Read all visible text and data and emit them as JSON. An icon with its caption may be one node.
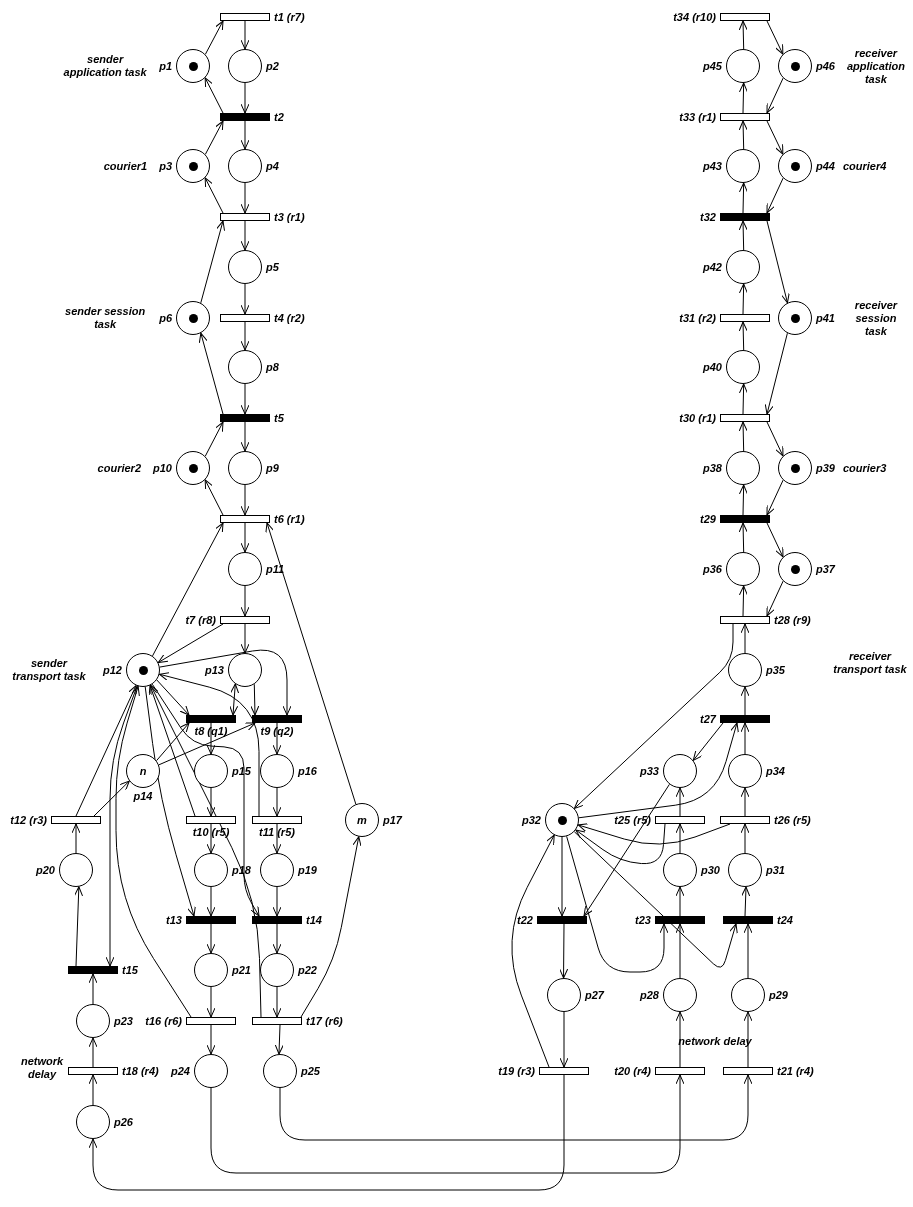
{
  "diagram": {
    "nodes": [
      {
        "text": [
          "t1 (r7)"
        ]
      },
      {
        "text": [
          "p1"
        ],
        "beside": [
          "sender application task"
        ]
      },
      {
        "text": [
          "p2"
        ]
      },
      {
        "text": [
          "t2"
        ]
      },
      {
        "text": [
          "p3"
        ],
        "beside": [
          "courier1"
        ]
      },
      {
        "text": [
          "p4"
        ]
      },
      {
        "text": [
          "t3 (r1)"
        ]
      },
      {
        "text": [
          "p5"
        ]
      },
      {
        "text": [
          "p6"
        ],
        "beside": [
          "sender session task"
        ]
      },
      {
        "text": [
          "t4 (r2)"
        ]
      },
      {
        "text": [
          "p8"
        ]
      },
      {
        "text": [
          "t5"
        ]
      },
      {
        "text": [
          "p10"
        ],
        "beside": [
          "courier2"
        ]
      },
      {
        "text": [
          "p9"
        ]
      },
      {
        "text": [
          "t6 (r1)"
        ]
      },
      {
        "text": [
          "p11"
        ]
      },
      {
        "text": [
          "t7 (r8)"
        ]
      },
      {
        "text": [
          "p12"
        ],
        "beside": [
          "sender transport task"
        ]
      },
      {
        "text": [
          "p13"
        ]
      },
      {
        "text": [
          "t8 (q1)"
        ]
      },
      {
        "text": [
          "t9 (q2)"
        ]
      },
      {
        "text": [
          "n",
          "p14"
        ]
      },
      {
        "text": [
          "p15"
        ]
      },
      {
        "text": [
          "p16"
        ]
      },
      {
        "text": [
          "t12 (r3)"
        ]
      },
      {
        "text": [
          "t10 (r5)"
        ]
      },
      {
        "text": [
          "t11 (r5)"
        ]
      },
      {
        "text": [
          "m",
          "p17"
        ]
      },
      {
        "text": [
          "p20"
        ]
      },
      {
        "text": [
          "p18"
        ]
      },
      {
        "text": [
          "p19"
        ]
      },
      {
        "text": [
          "t13"
        ]
      },
      {
        "text": [
          "t14"
        ]
      },
      {
        "text": [
          "t15"
        ]
      },
      {
        "text": [
          "p21"
        ]
      },
      {
        "text": [
          "p22"
        ]
      },
      {
        "text": [
          "p23"
        ]
      },
      {
        "text": [
          "t16 (r6)"
        ]
      },
      {
        "text": [
          "t17 (r6)"
        ]
      },
      {
        "text": [
          "t18 (r4)"
        ]
      },
      {
        "text": [
          "p24"
        ]
      },
      {
        "text": [
          "p25"
        ]
      },
      {
        "text": [
          "p26"
        ]
      },
      {
        "text": [
          "t34 (r10)"
        ]
      },
      {
        "text": [
          "p45"
        ]
      },
      {
        "text": [
          "p46"
        ],
        "beside": [
          "receiver application task"
        ]
      },
      {
        "text": [
          "t33 (r1)"
        ]
      },
      {
        "text": [
          "p43"
        ]
      },
      {
        "text": [
          "p44"
        ],
        "beside": [
          "courier4"
        ]
      },
      {
        "text": [
          "t32"
        ]
      },
      {
        "text": [
          "p42"
        ]
      },
      {
        "text": [
          "t31 (r2)"
        ]
      },
      {
        "text": [
          "p41"
        ],
        "beside": [
          "receiver session task"
        ]
      },
      {
        "text": [
          "p40"
        ]
      },
      {
        "text": [
          "t30 (r1)"
        ]
      },
      {
        "text": [
          "p38"
        ]
      },
      {
        "text": [
          "p39"
        ],
        "beside": [
          "courier3"
        ]
      },
      {
        "text": [
          "t29"
        ]
      },
      {
        "text": [
          "p36"
        ]
      },
      {
        "text": [
          "p37"
        ]
      },
      {
        "text": [
          "t28 (r9)"
        ]
      },
      {
        "text": [
          "p35"
        ]
      },
      {
        "text": [
          "t27"
        ]
      },
      {
        "text": [
          "p33"
        ]
      },
      {
        "text": [
          "p34"
        ]
      },
      {
        "text": [
          "p32"
        ]
      },
      {
        "text": [
          "t25 (r5)"
        ]
      },
      {
        "text": [
          "t26 (r5)"
        ]
      },
      {
        "text": [
          "p30"
        ]
      },
      {
        "text": [
          "p31"
        ]
      },
      {
        "text": [
          "t22"
        ]
      },
      {
        "text": [
          "t23"
        ]
      },
      {
        "text": [
          "t24"
        ]
      },
      {
        "text": [
          "p27"
        ]
      },
      {
        "text": [
          "p28"
        ]
      },
      {
        "text": [
          "p29"
        ]
      },
      {
        "text": [
          "t19 (r3)"
        ]
      },
      {
        "text": [
          "t20 (r4)"
        ]
      },
      {
        "text": [
          "t21 (r4)"
        ]
      }
    ],
    "edges": [
      {
        "from": 1,
        "to": 0,
        "arrow": "to"
      },
      {
        "from": 0,
        "to": 2,
        "arrow": "to"
      },
      {
        "from": 2,
        "to": 3,
        "arrow": "to"
      },
      {
        "from": 3,
        "to": 1,
        "arrow": "to"
      },
      {
        "from": 4,
        "to": 3,
        "arrow": "to"
      },
      {
        "from": 3,
        "to": 5,
        "arrow": "to"
      },
      {
        "from": 5,
        "to": 6,
        "arrow": "to"
      },
      {
        "from": 6,
        "to": 4,
        "arrow": "to"
      },
      {
        "from": 8,
        "to": 6,
        "arrow": "to"
      },
      {
        "from": 6,
        "to": 7,
        "arrow": "to"
      },
      {
        "from": 7,
        "to": 9,
        "arrow": "to"
      },
      {
        "from": 9,
        "to": 10,
        "arrow": "to"
      },
      {
        "from": 10,
        "to": 11,
        "arrow": "to"
      },
      {
        "from": 11,
        "to": 8,
        "arrow": "to"
      },
      {
        "from": 12,
        "to": 11,
        "arrow": "to"
      },
      {
        "from": 11,
        "to": 13,
        "arrow": "to"
      },
      {
        "from": 13,
        "to": 14,
        "arrow": "to"
      },
      {
        "from": 14,
        "to": 12,
        "arrow": "to"
      },
      {
        "from": 17,
        "to": 14,
        "arrow": "to"
      },
      {
        "from": 27,
        "to": 14,
        "arrow": "to"
      },
      {
        "from": 14,
        "to": 15,
        "arrow": "to"
      },
      {
        "from": 15,
        "to": 16,
        "arrow": "to"
      },
      {
        "from": 16,
        "to": 17,
        "arrow": "to"
      },
      {
        "from": 16,
        "to": 18,
        "arrow": "to"
      },
      {
        "from": 17,
        "to": 19,
        "arrow": "to"
      },
      {
        "from": 17,
        "to": 20,
        "arrow": "to"
      },
      {
        "from": 18,
        "to": 19,
        "arrow": "both"
      },
      {
        "from": 18,
        "to": 20,
        "arrow": "to"
      },
      {
        "from": 21,
        "to": 19,
        "arrow": "to"
      },
      {
        "from": 21,
        "to": 20,
        "arrow": "to"
      },
      {
        "from": 19,
        "to": 22,
        "arrow": "to"
      },
      {
        "from": 20,
        "to": 23,
        "arrow": "to"
      },
      {
        "from": 22,
        "to": 25,
        "arrow": "to"
      },
      {
        "from": 23,
        "to": 26,
        "arrow": "to"
      },
      {
        "from": 25,
        "to": 17,
        "arrow": "to"
      },
      {
        "from": 26,
        "to": 17,
        "arrow": "to"
      },
      {
        "from": 24,
        "to": 17,
        "arrow": "to"
      },
      {
        "from": 24,
        "to": 21,
        "arrow": "to"
      },
      {
        "from": 28,
        "to": 24,
        "arrow": "to"
      },
      {
        "from": 25,
        "to": 29,
        "arrow": "to"
      },
      {
        "from": 26,
        "to": 30,
        "arrow": "to"
      },
      {
        "from": 29,
        "to": 31,
        "arrow": "to"
      },
      {
        "from": 30,
        "to": 32,
        "arrow": "to"
      },
      {
        "from": 17,
        "to": 31,
        "arrow": "to"
      },
      {
        "from": 17,
        "to": 32,
        "arrow": "to"
      },
      {
        "from": 17,
        "to": 33,
        "arrow": "to"
      },
      {
        "from": 33,
        "to": 28,
        "arrow": "to"
      },
      {
        "from": 31,
        "to": 34,
        "arrow": "to"
      },
      {
        "from": 32,
        "to": 35,
        "arrow": "to"
      },
      {
        "from": 36,
        "to": 33,
        "arrow": "to"
      },
      {
        "from": 34,
        "to": 37,
        "arrow": "to"
      },
      {
        "from": 35,
        "to": 38,
        "arrow": "to"
      },
      {
        "from": 37,
        "to": 17,
        "arrow": "to"
      },
      {
        "from": 38,
        "to": 17,
        "arrow": "to"
      },
      {
        "from": 38,
        "to": 27,
        "arrow": "to"
      },
      {
        "from": 39,
        "to": 36,
        "arrow": "to"
      },
      {
        "from": 37,
        "to": 40,
        "arrow": "to"
      },
      {
        "from": 38,
        "to": 41,
        "arrow": "to"
      },
      {
        "from": 42,
        "to": 39,
        "arrow": "to"
      },
      {
        "from": 44,
        "to": 43,
        "arrow": "to"
      },
      {
        "from": 43,
        "to": 45,
        "arrow": "to"
      },
      {
        "from": 45,
        "to": 46,
        "arrow": "to"
      },
      {
        "from": 46,
        "to": 44,
        "arrow": "to"
      },
      {
        "from": 47,
        "to": 46,
        "arrow": "to"
      },
      {
        "from": 46,
        "to": 48,
        "arrow": "to"
      },
      {
        "from": 48,
        "to": 49,
        "arrow": "to"
      },
      {
        "from": 49,
        "to": 47,
        "arrow": "to"
      },
      {
        "from": 50,
        "to": 49,
        "arrow": "to"
      },
      {
        "from": 49,
        "to": 52,
        "arrow": "to"
      },
      {
        "from": 51,
        "to": 50,
        "arrow": "to"
      },
      {
        "from": 53,
        "to": 51,
        "arrow": "to"
      },
      {
        "from": 52,
        "to": 54,
        "arrow": "to"
      },
      {
        "from": 54,
        "to": 53,
        "arrow": "to"
      },
      {
        "from": 55,
        "to": 54,
        "arrow": "to"
      },
      {
        "from": 54,
        "to": 56,
        "arrow": "to"
      },
      {
        "from": 56,
        "to": 57,
        "arrow": "to"
      },
      {
        "from": 57,
        "to": 55,
        "arrow": "to"
      },
      {
        "from": 58,
        "to": 57,
        "arrow": "to"
      },
      {
        "from": 57,
        "to": 59,
        "arrow": "to"
      },
      {
        "from": 59,
        "to": 60,
        "arrow": "to"
      },
      {
        "from": 60,
        "to": 58,
        "arrow": "to"
      },
      {
        "from": 61,
        "to": 60,
        "arrow": "to"
      },
      {
        "from": 60,
        "to": 65,
        "arrow": "to"
      },
      {
        "from": 62,
        "to": 61,
        "arrow": "to"
      },
      {
        "from": 62,
        "to": 63,
        "arrow": "to"
      },
      {
        "from": 64,
        "to": 62,
        "arrow": "to"
      },
      {
        "from": 65,
        "to": 62,
        "arrow": "to"
      },
      {
        "from": 66,
        "to": 63,
        "arrow": "to"
      },
      {
        "from": 67,
        "to": 64,
        "arrow": "to"
      },
      {
        "from": 66,
        "to": 65,
        "arrow": "to"
      },
      {
        "from": 67,
        "to": 65,
        "arrow": "to"
      },
      {
        "from": 68,
        "to": 66,
        "arrow": "to"
      },
      {
        "from": 69,
        "to": 67,
        "arrow": "to"
      },
      {
        "from": 65,
        "to": 70,
        "arrow": "to"
      },
      {
        "from": 63,
        "to": 70,
        "arrow": "to"
      },
      {
        "from": 65,
        "to": 71,
        "arrow": "to"
      },
      {
        "from": 65,
        "to": 72,
        "arrow": "to"
      },
      {
        "from": 71,
        "to": 68,
        "arrow": "to"
      },
      {
        "from": 72,
        "to": 69,
        "arrow": "to"
      },
      {
        "from": 70,
        "to": 73,
        "arrow": "to"
      },
      {
        "from": 74,
        "to": 71,
        "arrow": "to"
      },
      {
        "from": 75,
        "to": 72,
        "arrow": "to"
      },
      {
        "from": 73,
        "to": 76,
        "arrow": "to"
      },
      {
        "from": 77,
        "to": 74,
        "arrow": "to"
      },
      {
        "from": 78,
        "to": 75,
        "arrow": "to"
      },
      {
        "from": 76,
        "to": 65,
        "arrow": "to"
      },
      {
        "from": 40,
        "to": 77,
        "arrow": "to"
      },
      {
        "from": 41,
        "to": 78,
        "arrow": "to"
      },
      {
        "from": 76,
        "to": 42,
        "arrow": "to"
      }
    ],
    "labels": [
      "receiver transport task",
      "network delay",
      "network delay"
    ]
  }
}
